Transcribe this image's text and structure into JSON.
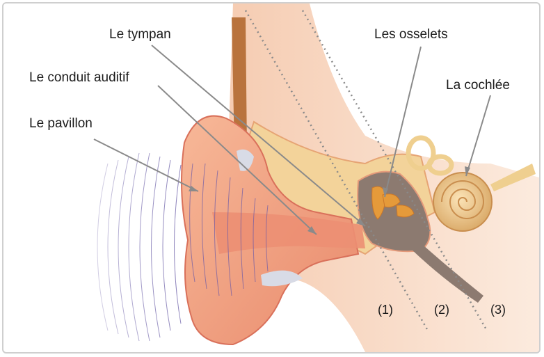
{
  "labels": {
    "tympan": "Le tympan",
    "conduit": "Le conduit auditif",
    "pavillon": "Le pavillon",
    "osselets": "Les osselets",
    "cochlee": "La cochlée"
  },
  "zones": {
    "outer": "(1)",
    "middle": "(2)",
    "inner": "(3)"
  },
  "colors": {
    "skin": "#f2a383",
    "skin_dark": "#d9705a",
    "tissue": "#f7c7a4",
    "bone": "#f3d39a",
    "cavity": "#8c7a70",
    "ossicle": "#e59a3a",
    "cochlea": "#efcf8f",
    "wave": "#7a6fb0",
    "pointer": "#8a8a8a"
  }
}
